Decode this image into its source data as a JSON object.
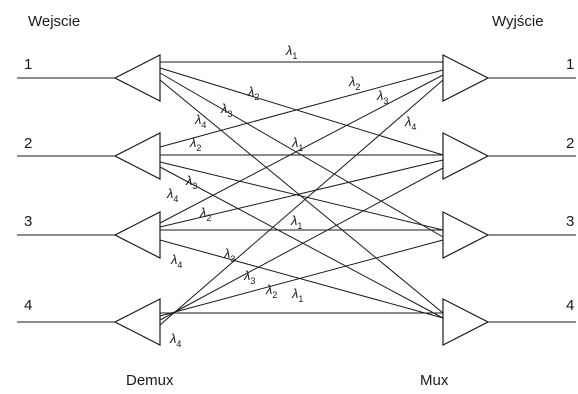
{
  "headers": {
    "input": "Wejscie",
    "output": "Wyjście"
  },
  "labels": {
    "demux": "Demux",
    "mux": "Mux"
  },
  "input_ports": [
    "1",
    "2",
    "3",
    "4"
  ],
  "output_ports": [
    "1",
    "2",
    "3",
    "4"
  ],
  "lambda_symbol": "λ",
  "wavelength_labels": [
    {
      "sub": "1"
    },
    {
      "sub": "2"
    },
    {
      "sub": "3"
    },
    {
      "sub": "4"
    },
    {
      "sub": "2"
    },
    {
      "sub": "3"
    },
    {
      "sub": "4"
    },
    {
      "sub": "2"
    },
    {
      "sub": "1"
    },
    {
      "sub": "3"
    },
    {
      "sub": "4"
    },
    {
      "sub": "2"
    },
    {
      "sub": "1"
    },
    {
      "sub": "4"
    },
    {
      "sub": "3"
    },
    {
      "sub": "3"
    },
    {
      "sub": "2"
    },
    {
      "sub": "1"
    },
    {
      "sub": "4"
    }
  ],
  "colors": {
    "line": "#1a1a1a",
    "background": "#ffffff"
  }
}
